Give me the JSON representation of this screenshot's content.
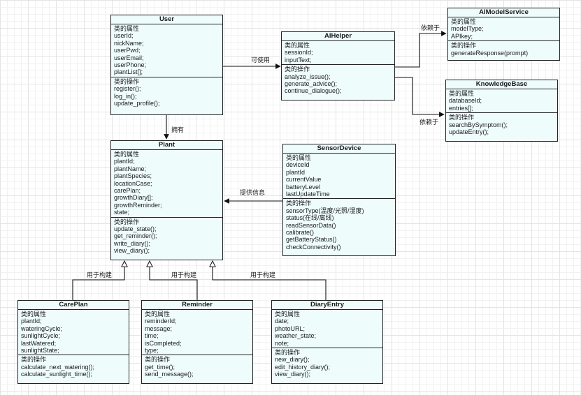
{
  "section_labels": {
    "attributes": "类的属性",
    "operations": "类的操作"
  },
  "classes": {
    "user": {
      "name": "User",
      "attributes": [
        "userId;",
        "nickName;",
        "userPwd;",
        "userEmail;",
        "userPhone;",
        "plantList[];"
      ],
      "operations": [
        "register();",
        "log_in();",
        "update_profile();"
      ]
    },
    "aihelper": {
      "name": "AIHelper",
      "attributes": [
        "sessionId;",
        "inputText;"
      ],
      "operations": [
        "analyze_issue();",
        "generate_advice();",
        "continue_dialogue();"
      ]
    },
    "aimodelservice": {
      "name": "AIModelService",
      "attributes": [
        "modelType;",
        "APIkey;"
      ],
      "operations": [
        "generateResponse(prompt)"
      ]
    },
    "knowledgebase": {
      "name": "KnowledgeBase",
      "attributes": [
        "databaseId;",
        "entries[];"
      ],
      "operations": [
        "searchBySymptom();",
        "updateEntry();"
      ]
    },
    "plant": {
      "name": "Plant",
      "attributes": [
        "plantId;",
        "plantName;",
        "plantSpecies;",
        "locationCase;",
        "carePlan;",
        "growthDiary[];",
        "growthReminder;",
        "state;"
      ],
      "operations": [
        "update_state();",
        "get_reminder();",
        "write_diary();",
        "view_diary();"
      ]
    },
    "sensordevice": {
      "name": "SensorDevice",
      "attributes": [
        "deviceId",
        "plantId",
        "currentValue",
        "batteryLevel",
        "lastUpdateTime"
      ],
      "operations": [
        "sensorType(温度/光照/湿度)",
        "status(在线/离线)",
        "readSensorData()",
        "calibrate()",
        "getBatteryStatus()",
        "checkConnectivity()"
      ]
    },
    "careplan": {
      "name": "CarePlan",
      "attributes": [
        "plantId;",
        "wateringCycle;",
        "sunlightCycle;",
        "lastWatered;",
        "sunlightState;"
      ],
      "operations": [
        "calculate_next_watering();",
        "calculate_sunlight_time();"
      ]
    },
    "reminder": {
      "name": "Reminder",
      "attributes": [
        "reminderId;",
        "message;",
        "time;",
        "isCompleted;",
        "type;"
      ],
      "operations": [
        "get_time();",
        "send_message();"
      ]
    },
    "diaryentry": {
      "name": "DiaryEntry",
      "attributes": [
        "date;",
        "photoURL;",
        "weather_state;",
        "note;"
      ],
      "operations": [
        "new_diary();",
        "edit_history_diary();",
        "view_diary();"
      ]
    }
  },
  "relations": {
    "user_aihelper": "可使用",
    "aihelper_aimodel": "依赖于",
    "aihelper_kb": "依赖于",
    "user_plant": "拥有",
    "sensor_plant": "提供信息",
    "careplan_plant": "用于构建",
    "reminder_plant": "用于构建",
    "diary_plant": "用于构建"
  },
  "colors": {
    "class_fill": "#effcfc",
    "class_border": "#222222",
    "line": "#111111"
  }
}
